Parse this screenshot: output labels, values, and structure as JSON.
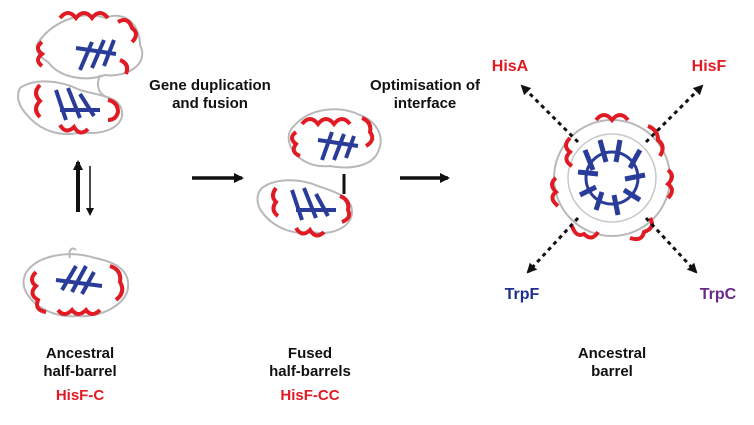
{
  "colors": {
    "helix": "#e01b24",
    "strand": "#2a3c9a",
    "coil": "#b8b8b8",
    "arrow": "#111111",
    "hisA": "#e01b24",
    "hisF": "#e01b24",
    "trpF": "#1f2f8f",
    "trpC": "#6a2a8a"
  },
  "steps": {
    "duplication": [
      "Gene duplication",
      "and fusion"
    ],
    "optimisation": [
      "Optimisation of",
      "interface"
    ]
  },
  "stages": {
    "half": {
      "title": [
        "Ancestral",
        "half-barrel"
      ],
      "name": "HisF-C"
    },
    "fused": {
      "title": [
        "Fused",
        "half-barrels"
      ],
      "name": "HisF-CC"
    },
    "barrel": {
      "title": [
        "Ancestral",
        "barrel"
      ]
    }
  },
  "enzymes": {
    "hisA": "HisA",
    "hisF": "HisF",
    "trpF": "TrpF",
    "trpC": "TrpC"
  }
}
